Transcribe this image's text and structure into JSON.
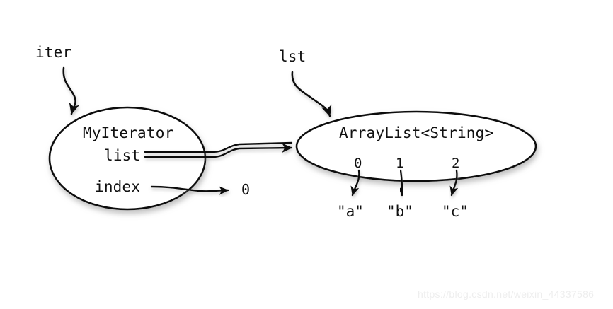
{
  "diagram": {
    "background_color": "#ffffff",
    "stroke_color": "#111111",
    "nodes": [
      {
        "id": "iterator",
        "title": "MyIterator",
        "fields": [
          "list",
          "index"
        ]
      },
      {
        "id": "arraylist",
        "title": "ArrayList<String>",
        "indices": [
          "0",
          "1",
          "2"
        ],
        "values": [
          "\"a\"",
          "\"b\"",
          "\"c\""
        ]
      }
    ],
    "variables": [
      {
        "id": "iter",
        "name": "iter",
        "points_to": "MyIterator"
      },
      {
        "id": "lst",
        "name": "lst",
        "points_to": "ArrayList<String>"
      }
    ],
    "scalars": [
      {
        "id": "index-value",
        "value": "0",
        "source_field": "index"
      }
    ],
    "edges": [
      {
        "id": "list-to-arraylist",
        "from": "list",
        "to": "ArrayList<String>",
        "style": "double-line"
      },
      {
        "id": "index-to-zero",
        "from": "index",
        "to": "0",
        "style": "single-line"
      }
    ]
  },
  "watermark": {
    "text": "https://blog.csdn.net/weixin_44337586"
  }
}
